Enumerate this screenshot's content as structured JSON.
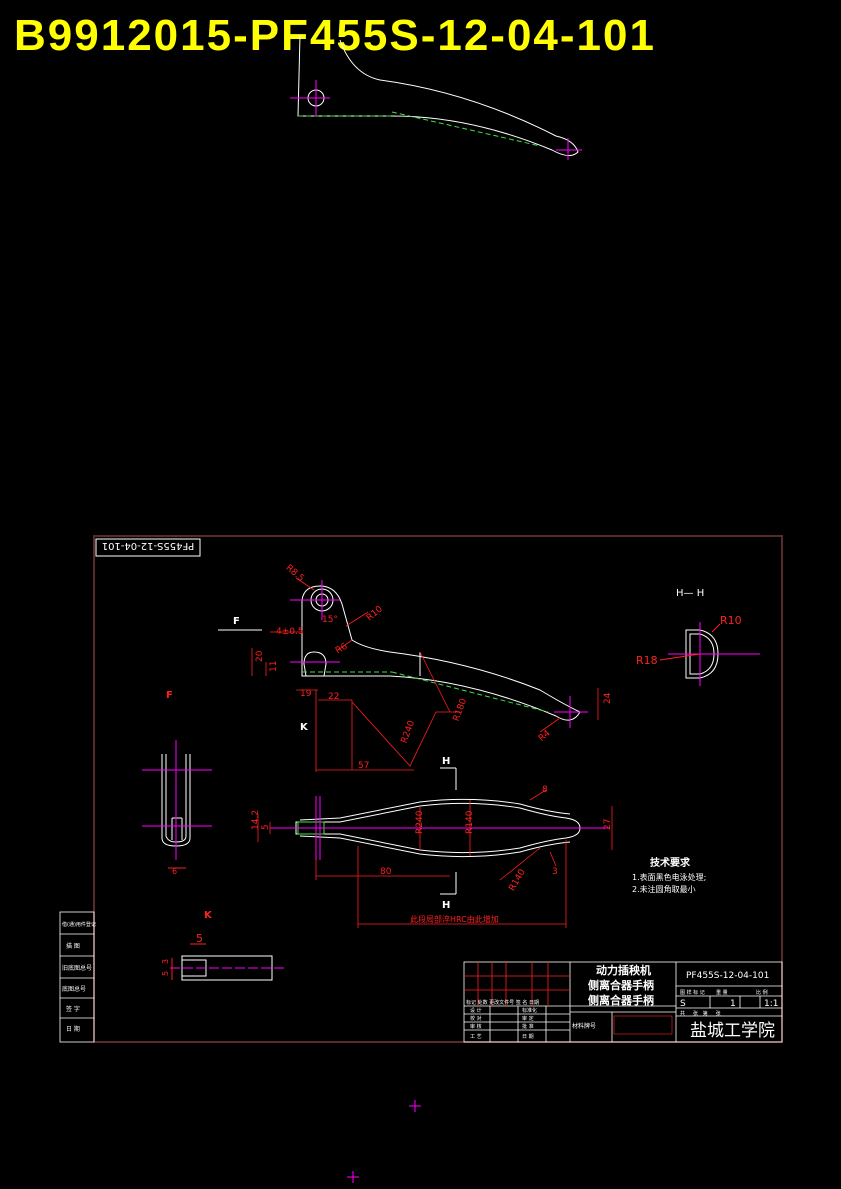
{
  "banner": "B9912015-PF455S-12-04-101",
  "drawing": {
    "corner_tag": "PF455S-12-04-101",
    "dimensions": {
      "r8_5": "R8.5",
      "r6": "R6",
      "r10_top": "R10",
      "d15": "15°",
      "d4": "4±0.5",
      "d20": "20",
      "d11": "11",
      "d19": "19",
      "d22": "22",
      "r240": "R240",
      "r180": "R180",
      "d57": "57",
      "r4": "R4",
      "d24": "24",
      "d14_2": "14.2",
      "d5": "5",
      "r240b": "R240",
      "r140": "R140",
      "r140b": "R140",
      "d8": "8",
      "d27": "27",
      "d3": "3",
      "d80": "80",
      "hardness_note": "此段局部淬HRC由此增加",
      "k_d5": "5",
      "k_d3": "3",
      "k_d5b": "5"
    },
    "section_hh": {
      "label": "H— H",
      "r10": "R10",
      "r18": "R18"
    },
    "labels": {
      "F_arrow": "F",
      "F_view": "F",
      "K": "K",
      "K_view": "K",
      "H_top": "H",
      "H_bottom": "H"
    },
    "tech_req": {
      "title": "技术要求",
      "line1": "1.表面黑色电泳处理;",
      "line2": "2.未注圆角取最小"
    },
    "title_block": {
      "name_line1": "动力插秧机",
      "name_line2": "侧离合器手柄",
      "name_line3": "侧离合器手柄",
      "code": "PF455S-12-04-101",
      "stage_label": "图 样 标 记",
      "weight_label": "重 量",
      "scale_label": "比 例",
      "stage": "S",
      "qty": "1",
      "scale": "1:1",
      "sheet": "共     张   第     张",
      "school": "盐城工学院",
      "header_row": "标记 处数 更改文件号 签 名 日期",
      "design": "设 计",
      "check": "校 对",
      "review": "审 核",
      "process": "工 艺",
      "standard": "标准化",
      "approve": "审 定",
      "approve2": "批 准",
      "date": "日 期",
      "material": "材料牌号"
    },
    "left_strip": [
      "借(通)用件登记",
      "描 图",
      "旧底图总号",
      "底图总号",
      "签 字",
      "日 期"
    ]
  },
  "colors": {
    "white": "#ffffff",
    "red": "#ff2020",
    "magenta": "#ff00ff",
    "green": "#40e040",
    "yellow": "#ffff00",
    "frame": "#5a2a2a"
  }
}
